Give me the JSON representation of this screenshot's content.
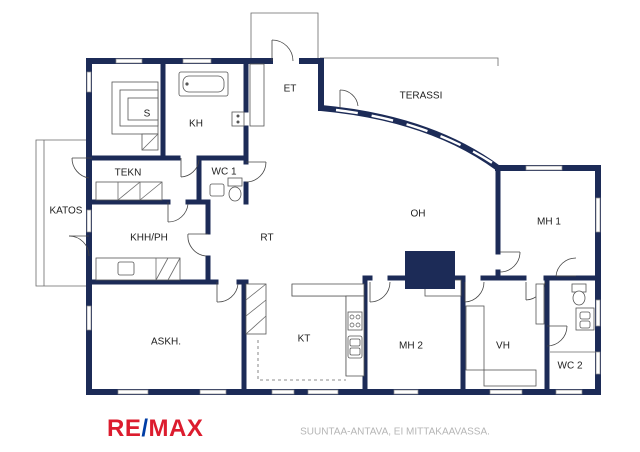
{
  "plan": {
    "rooms": {
      "terassi": "TERASSI",
      "et": "ET",
      "kh": "KH",
      "s": "S",
      "tekn": "TEKN",
      "wc1": "WC 1",
      "katos": "KATOS",
      "khh_ph": "KHH/PH",
      "rt": "RT",
      "oh": "OH",
      "mh1": "MH 1",
      "askh": "ASKH.",
      "kt": "KT",
      "mh2": "MH 2",
      "vh": "VH",
      "wc2": "WC 2"
    },
    "fixtures": {
      "fireplace": "fireplace",
      "bathtub": "bathtub",
      "sauna_stove": "sauna-stove",
      "toilet": "toilet",
      "sink": "sink",
      "stove": "stove"
    }
  },
  "branding": {
    "logo_text": "RE/MAX",
    "logo_colors": {
      "red": "#dc1c2e",
      "blue": "#003da5"
    },
    "disclaimer": "SUUNTAA-ANTAVA, EI MITTAKAAVASSA."
  },
  "colors": {
    "wall": "#1c2b57",
    "fireplace": "#1c2b57",
    "background": "#ffffff"
  }
}
